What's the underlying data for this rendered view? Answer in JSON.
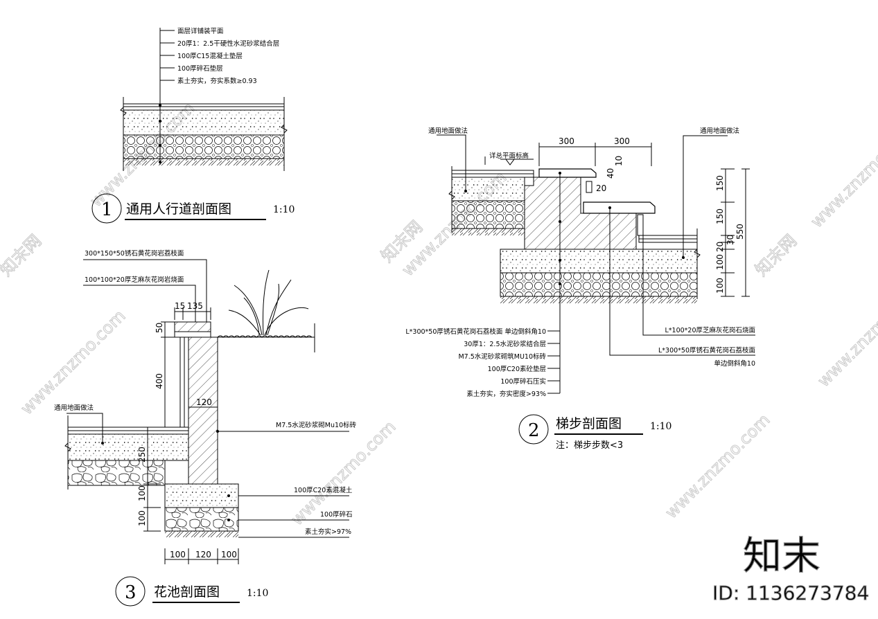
{
  "section1": {
    "number": "1",
    "title": "通用人行道剖面图",
    "scale": "1:10",
    "layers": [
      "面层详铺装平面",
      "20厚1：2.5干硬性水泥砂浆结合层",
      "100厚C15混凝土垫层",
      "100厚碎石垫层",
      "素土夯实，夯实系数≥0.93"
    ]
  },
  "section2": {
    "number": "2",
    "title": "梯步剖面图",
    "scale": "1:10",
    "note": "注：梯步步数<3",
    "top_left_label": "通用地面做法",
    "top_right_label": "通用地面做法",
    "elevation_label": "详总平面标高",
    "dims_top": [
      "300",
      "300"
    ],
    "dims_small": [
      "40",
      "10",
      "20"
    ],
    "dims_right": [
      "150",
      "150",
      "30",
      "20",
      "100",
      "100"
    ],
    "dim_total": "550",
    "layers_left": [
      "L*300*50厚锈石黄花岗石荔枝面  单边倒斜角10",
      "30厚1：2.5水泥砂浆结合层",
      "M7.5水泥砂浆砌筑MU10标砖",
      "100厚C20素砼垫层",
      "100厚碎石压实",
      "素土夯实，夯实密度>93%"
    ],
    "labels_right": [
      "L*100*20厚芝麻灰花岗石烧面",
      "L*300*50厚锈石黄花岗石荔枝面",
      "单边倒斜角10"
    ]
  },
  "section3": {
    "number": "3",
    "title": "花池剖面图",
    "scale": "1:10",
    "cap_label": "300*150*50锈石黄花岗岩荔枝面",
    "face_label": "100*100*20厚芝麻灰花岗岩烧面",
    "ground_label": "通用地面做法",
    "wall_label": "M7.5水泥砂浆砌Mu10标砖",
    "concrete_label": "100厚C20素混凝土",
    "gravel_label": "100厚碎石",
    "soil_label": "素土夯实>97%",
    "dims_top": [
      "15",
      "135"
    ],
    "dims_left": [
      "50",
      "400",
      "250",
      "100",
      "100"
    ],
    "dim_wall": "120",
    "dims_bottom": [
      "100",
      "120",
      "100"
    ]
  },
  "watermark": {
    "brand": "知末",
    "id_text": "ID: 1136273784",
    "site": "www.znzmo.com",
    "site_short": "知末网"
  },
  "colors": {
    "line": "#000000",
    "watermark": "#9a9a9a"
  }
}
